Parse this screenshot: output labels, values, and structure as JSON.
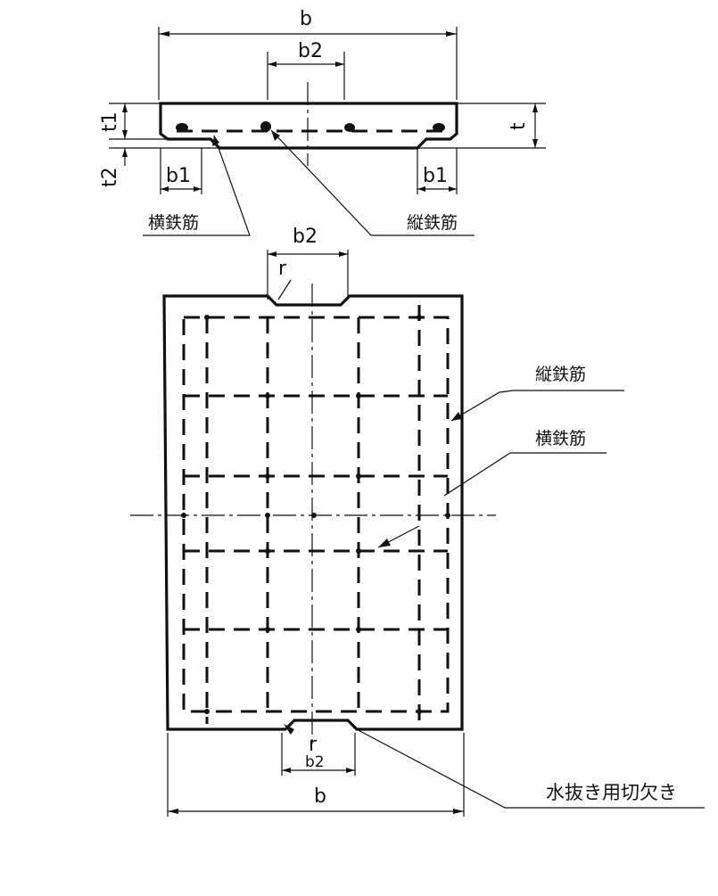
{
  "dimensions": {
    "b_top": "b",
    "b2_top": "b2",
    "t1": "t1",
    "t2": "t2",
    "t": "t",
    "b1_left": "b1",
    "b1_right": "b1",
    "b2_plan_top": "b2",
    "r_top": "r",
    "r_bottom": "r",
    "b2_plan_bottom": "b2",
    "b_bottom": "b"
  },
  "labels": {
    "transverse_rebar_section": "横鉄筋",
    "longitudinal_rebar_section": "縦鉄筋",
    "longitudinal_rebar_plan": "縦鉄筋",
    "transverse_rebar_plan": "横鉄筋",
    "drainage_notch": "水抜き用切欠き"
  }
}
